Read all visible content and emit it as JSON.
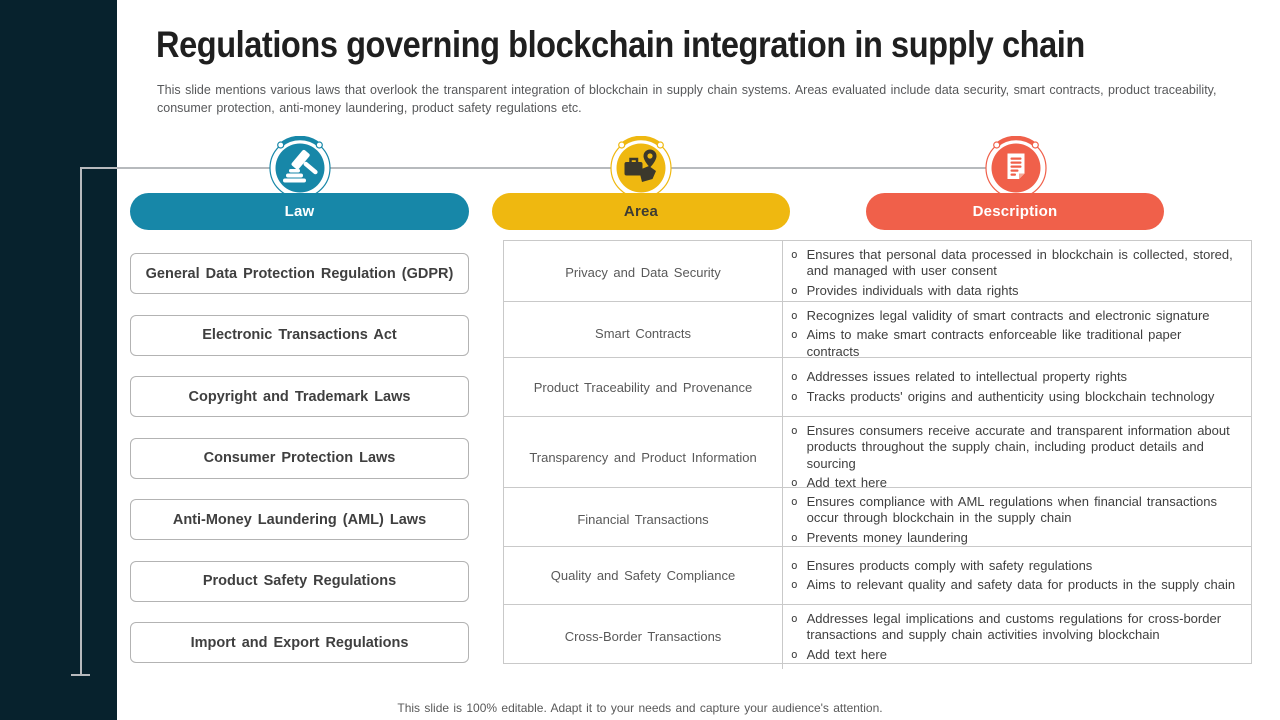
{
  "slide": {
    "title": "Regulations governing blockchain integration in supply chain",
    "subtitle": "This slide mentions various laws that overlook the transparent integration of blockchain in supply chain systems. Areas evaluated include data security, smart contracts, product traceability, consumer protection, anti-money laundering, product safety regulations etc.",
    "footer": "This slide is 100% editable. Adapt it to your needs and capture your audience's attention."
  },
  "colors": {
    "sidebar_navy": "#07222d",
    "law_teal": "#1787a8",
    "area_yellow": "#efb810",
    "description_orange": "#f0604a"
  },
  "columns": {
    "law": {
      "label": "Law",
      "icon": "gavel-icon"
    },
    "area": {
      "label": "Area",
      "icon": "briefcase-map-pin-icon"
    },
    "description": {
      "label": "Description",
      "icon": "document-icon"
    }
  },
  "laws": [
    "General Data Protection Regulation (GDPR)",
    "Electronic Transactions Act",
    "Copyright and Trademark Laws",
    "Consumer Protection Laws",
    "Anti-Money Laundering (AML) Laws",
    "Product Safety Regulations",
    "Import and Export Regulations"
  ],
  "table": {
    "bullet_marker": "o",
    "rows": [
      {
        "area": "Privacy and Data Security",
        "bullets": [
          "Ensures that personal data processed in blockchain is collected, stored, and managed with user consent",
          "Provides individuals with data rights"
        ]
      },
      {
        "area": "Smart Contracts",
        "bullets": [
          "Recognizes legal validity of smart contracts and electronic signature",
          "Aims to make smart contracts enforceable like traditional paper contracts"
        ]
      },
      {
        "area": "Product Traceability and Provenance",
        "bullets": [
          "Addresses issues related to intellectual property rights",
          "Tracks products' origins and authenticity using blockchain technology"
        ]
      },
      {
        "area": "Transparency and Product Information",
        "bullets": [
          "Ensures consumers receive accurate and transparent information about products throughout the supply chain, including product details and sourcing",
          "Add text here"
        ]
      },
      {
        "area": "Financial Transactions",
        "bullets": [
          "Ensures compliance with AML regulations when financial transactions occur through blockchain in the supply chain",
          "Prevents money laundering"
        ]
      },
      {
        "area": "Quality and Safety Compliance",
        "bullets": [
          "Ensures products comply with safety regulations",
          "Aims to relevant quality and safety data for products in the supply chain"
        ]
      },
      {
        "area": "Cross-Border Transactions",
        "bullets": [
          "Addresses legal implications and customs regulations for cross-border transactions and supply chain activities involving blockchain",
          "Add text here"
        ]
      }
    ]
  }
}
